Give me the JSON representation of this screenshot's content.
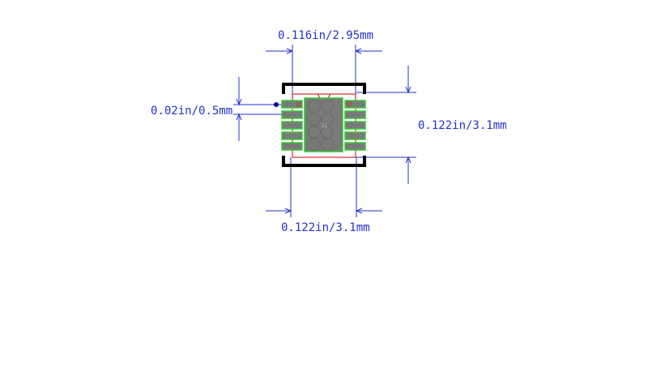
{
  "dimensions": {
    "top_width": "0.116in/2.95mm",
    "pin_pitch": "0.02in/0.5mm",
    "body_height": "0.122in/3.1mm",
    "body_width": "0.122in/3.1mm"
  },
  "exposed_pad_label": "11",
  "colors": {
    "dimension_line": "#2233cc",
    "outline": "#000000",
    "pad_fill": "#7a7a7a",
    "pad_outline": "#2ecc2e",
    "pin1_marker": "#000080",
    "courtyard": "#cc0000"
  }
}
